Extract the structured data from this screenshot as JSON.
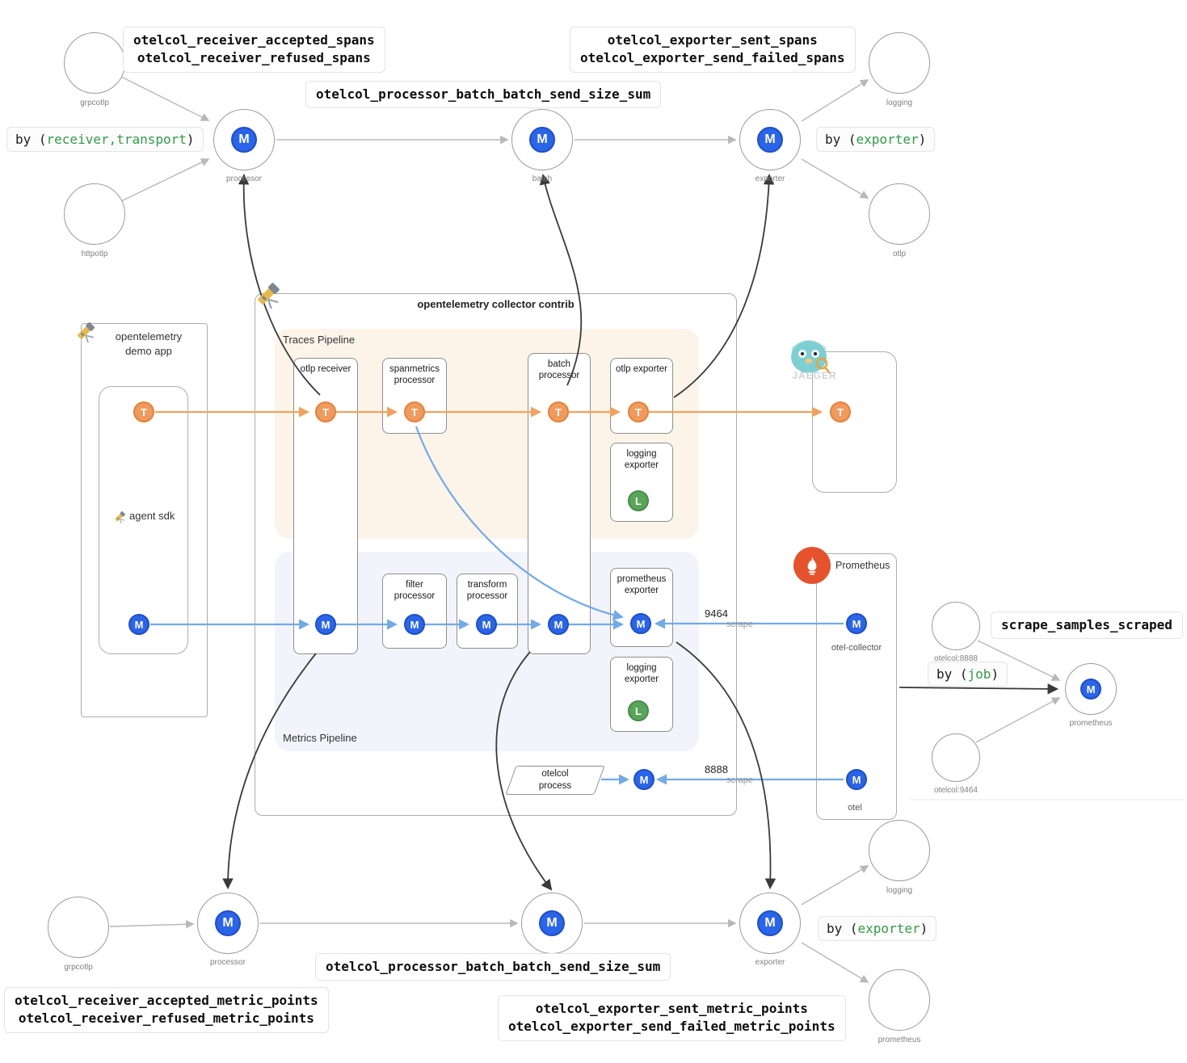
{
  "colors": {
    "metric_blue": "#2a64e8",
    "trace_orange": "#f09a5e",
    "log_green": "#57a65a",
    "keyword_green": "#2f9e44",
    "prometheus_orange": "#e6522c",
    "arrow_gray": "#b8b8b8",
    "arrow_dark": "#3a3a3a",
    "line_blue": "#72aae8",
    "line_orange": "#f2a25f",
    "traces_pipeline_bg": "#fcf4e9",
    "metrics_pipeline_bg": "#f3f3fb"
  },
  "icons": {
    "metric_letter": "M",
    "trace_letter": "T",
    "log_letter": "L"
  },
  "top_flow": {
    "source_grpcotlp": "grpcotlp",
    "source_httpotlp": "httpotlp",
    "node_processor": "processor",
    "node_batch": "batch",
    "node_exporter": "exporter",
    "sink_logging": "logging",
    "sink_otlp": "otlp",
    "receiver_metric_line1": "otelcol_receiver_accepted_spans",
    "receiver_metric_line2": "otelcol_receiver_refused_spans",
    "processor_metric": "otelcol_processor_batch_batch_send_size_sum",
    "exporter_metric_line1": "otelcol_exporter_sent_spans",
    "exporter_metric_line2": "otelcol_exporter_send_failed_spans",
    "by_receiver": {
      "prefix": "by (",
      "value": "receiver,transport",
      "suffix": ")"
    },
    "by_exporter": {
      "prefix": "by (",
      "value": "exporter",
      "suffix": ")"
    }
  },
  "collector": {
    "title": "opentelemetry collector contrib",
    "traces_pipeline": "Traces Pipeline",
    "metrics_pipeline": "Metrics Pipeline",
    "otlp_receiver": "otlp receiver",
    "spanmetrics_processor": "spanmetrics processor",
    "batch_processor": "batch processor",
    "otlp_exporter": "otlp exporter",
    "logging_exporter_traces": "logging exporter",
    "filter_processor": "filter processor",
    "transform_processor": "transform processor",
    "prometheus_exporter": "prometheus exporter",
    "logging_exporter_metrics": "logging exporter"
  },
  "demo_app": {
    "title": "opentelemetry demo app",
    "agent_sdk": "agent sdk"
  },
  "jaeger": {
    "label": "JAEGER"
  },
  "prometheus": {
    "title": "Prometheus",
    "otel_collector": "otel-collector",
    "otel": "otel",
    "scrape_collector_port": "9464",
    "scrape_collector_label": "scrape",
    "scrape_otel_port": "8888",
    "scrape_otel_label": "scrape",
    "otelcol_process": "otelcol process"
  },
  "prom_graph": {
    "source_8888": "otelcol:8888",
    "source_9464": "otelcol:9464",
    "node_prometheus": "prometheus",
    "metric": "scrape_samples_scraped",
    "by_job": {
      "prefix": "by (",
      "value": "job",
      "suffix": ")"
    }
  },
  "bottom_flow": {
    "source_grpcotlp": "grpcotlp",
    "node_processor": "processor",
    "node_exporter": "exporter",
    "sink_logging": "logging",
    "sink_prometheus": "prometheus",
    "receiver_metric_line1": "otelcol_receiver_accepted_metric_points",
    "receiver_metric_line2": "otelcol_receiver_refused_metric_points",
    "processor_metric": "otelcol_processor_batch_batch_send_size_sum",
    "exporter_metric_line1": "otelcol_exporter_sent_metric_points",
    "exporter_metric_line2": "otelcol_exporter_send_failed_metric_points",
    "by_exporter": {
      "prefix": "by (",
      "value": "exporter",
      "suffix": ")"
    }
  }
}
